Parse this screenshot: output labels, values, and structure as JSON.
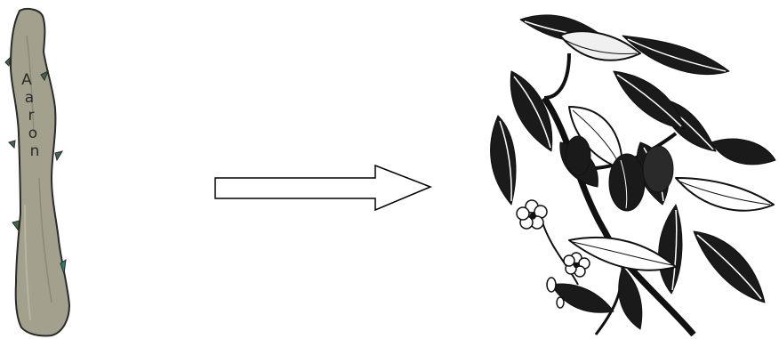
{
  "stick": {
    "name": "Aaron",
    "letters": [
      "A",
      "a",
      "r",
      "o",
      "n"
    ],
    "bark_color": "#a3a08e",
    "outline_color": "#2a2a2a",
    "bud_color": "#3a6b4a"
  },
  "arrow": {
    "icon": "right-arrow-icon",
    "fill": "#ffffff",
    "stroke": "#000000"
  },
  "plant": {
    "icon": "almond-branch-illustration",
    "ink_color": "#111111"
  }
}
